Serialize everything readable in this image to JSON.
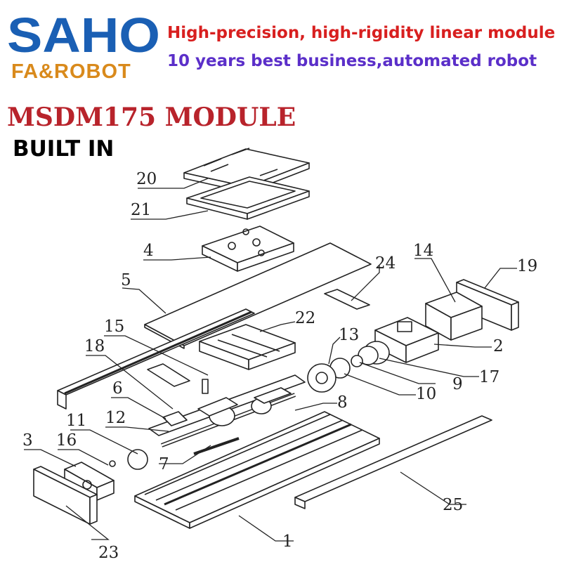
{
  "brand": {
    "name": "SAHO",
    "sub": "FA&ROBOT",
    "blue": "#1a5fb4",
    "orange": "#d98a1c"
  },
  "taglines": {
    "line1": "High-precision, high-rigidity linear module",
    "line1_color": "#d81f1f",
    "line2": "10 years best business,automated robot",
    "line2_color": "#5b2fc9"
  },
  "title": {
    "model": "MSDM175 MODULE",
    "model_color": "#b8232b",
    "built_in": "BUILT IN"
  },
  "callouts": [
    "1",
    "2",
    "3",
    "4",
    "5",
    "6",
    "7",
    "8",
    "9",
    "10",
    "11",
    "12",
    "13",
    "14",
    "15",
    "16",
    "17",
    "18",
    "19",
    "20",
    "21",
    "22",
    "23",
    "24",
    "25"
  ]
}
